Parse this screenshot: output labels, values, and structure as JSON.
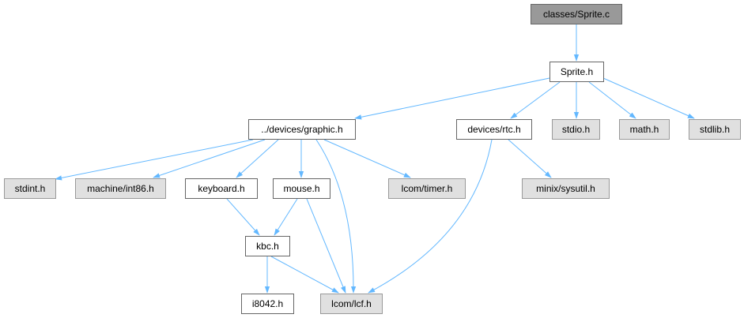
{
  "graph": {
    "colors": {
      "root_fill": "#999999",
      "root_border": "#666666",
      "local_fill": "#ffffff",
      "local_border": "#666666",
      "system_fill": "#e0e0e0",
      "system_border": "#999999",
      "edge": "#63b8ff"
    },
    "nodes": [
      {
        "id": "sprite_c",
        "label": "classes/Sprite.c",
        "kind": "root"
      },
      {
        "id": "sprite_h",
        "label": "Sprite.h",
        "kind": "local"
      },
      {
        "id": "graphic_h",
        "label": "../devices/graphic.h",
        "kind": "local"
      },
      {
        "id": "rtc_h",
        "label": "devices/rtc.h",
        "kind": "local"
      },
      {
        "id": "stdio_h",
        "label": "stdio.h",
        "kind": "system"
      },
      {
        "id": "math_h",
        "label": "math.h",
        "kind": "system"
      },
      {
        "id": "stdlib_h",
        "label": "stdlib.h",
        "kind": "system"
      },
      {
        "id": "stdint_h",
        "label": "stdint.h",
        "kind": "system"
      },
      {
        "id": "int86_h",
        "label": "machine/int86.h",
        "kind": "system"
      },
      {
        "id": "keyboard_h",
        "label": "keyboard.h",
        "kind": "local"
      },
      {
        "id": "mouse_h",
        "label": "mouse.h",
        "kind": "local"
      },
      {
        "id": "timer_h",
        "label": "lcom/timer.h",
        "kind": "system"
      },
      {
        "id": "sysutil_h",
        "label": "minix/sysutil.h",
        "kind": "system"
      },
      {
        "id": "kbc_h",
        "label": "kbc.h",
        "kind": "local"
      },
      {
        "id": "i8042_h",
        "label": "i8042.h",
        "kind": "local"
      },
      {
        "id": "lcf_h",
        "label": "lcom/lcf.h",
        "kind": "system"
      }
    ],
    "edges": [
      {
        "from": "sprite_c",
        "to": "sprite_h"
      },
      {
        "from": "sprite_h",
        "to": "graphic_h"
      },
      {
        "from": "sprite_h",
        "to": "rtc_h"
      },
      {
        "from": "sprite_h",
        "to": "stdio_h"
      },
      {
        "from": "sprite_h",
        "to": "math_h"
      },
      {
        "from": "sprite_h",
        "to": "stdlib_h"
      },
      {
        "from": "graphic_h",
        "to": "stdint_h"
      },
      {
        "from": "graphic_h",
        "to": "int86_h"
      },
      {
        "from": "graphic_h",
        "to": "keyboard_h"
      },
      {
        "from": "graphic_h",
        "to": "mouse_h"
      },
      {
        "from": "graphic_h",
        "to": "timer_h"
      },
      {
        "from": "graphic_h",
        "to": "lcf_h"
      },
      {
        "from": "rtc_h",
        "to": "sysutil_h"
      },
      {
        "from": "rtc_h",
        "to": "lcf_h"
      },
      {
        "from": "keyboard_h",
        "to": "kbc_h"
      },
      {
        "from": "mouse_h",
        "to": "kbc_h"
      },
      {
        "from": "mouse_h",
        "to": "lcf_h"
      },
      {
        "from": "kbc_h",
        "to": "i8042_h"
      },
      {
        "from": "kbc_h",
        "to": "lcf_h"
      }
    ]
  }
}
